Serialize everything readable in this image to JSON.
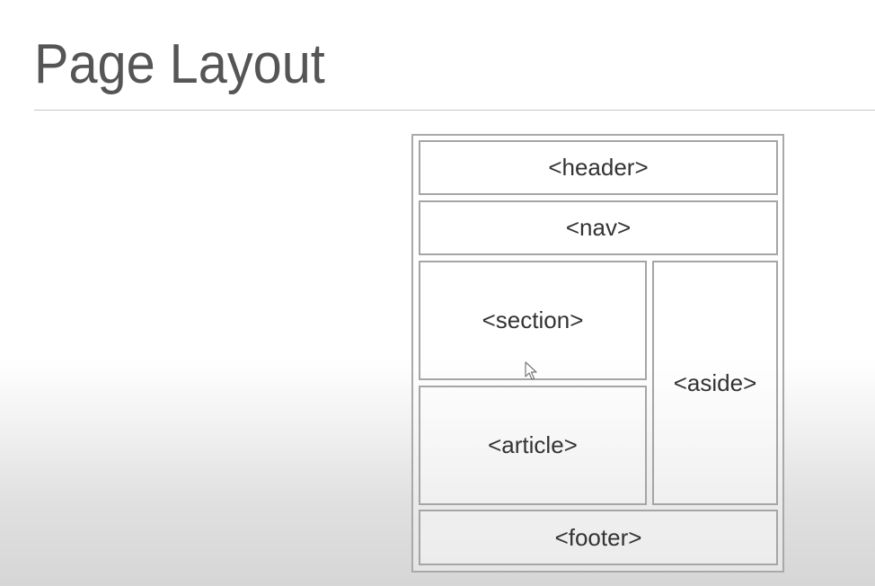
{
  "title": "Page Layout",
  "diagram": {
    "boxes": {
      "header": "<header>",
      "nav": "<nav>",
      "section": "<section>",
      "article": "<article>",
      "aside": "<aside>",
      "footer": "<footer>"
    }
  },
  "icons": {
    "cursor": "mouse-pointer-icon"
  },
  "colors": {
    "title_text": "#555555",
    "box_border": "#a5a5a5",
    "label_text": "#333333"
  }
}
